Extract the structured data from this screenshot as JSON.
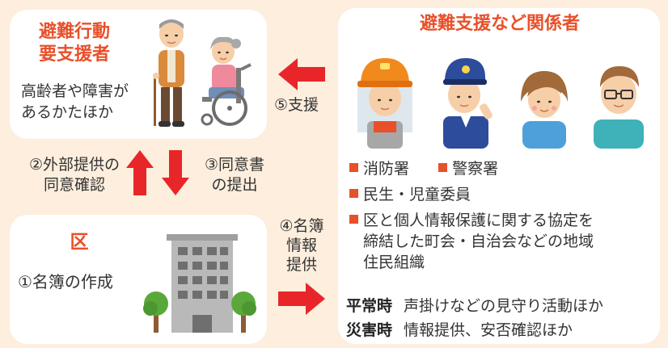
{
  "left_top": {
    "title_line1": "避難行動",
    "title_line2": "要支援者",
    "desc_line1": "高齢者や障害が",
    "desc_line2": "あるかたほか"
  },
  "left_bottom": {
    "title": "区",
    "step": "①名簿の作成"
  },
  "right": {
    "title": "避難支援など関係者",
    "items": [
      {
        "text": "消防署"
      },
      {
        "text": "警察署"
      },
      {
        "text": "民生・児童委員"
      },
      {
        "text": "区と個人情報保護に関する協定を"
      },
      {
        "text": "締結した町会・自治会などの地域"
      },
      {
        "text": "住民組織"
      }
    ],
    "times": [
      {
        "label": "平常時",
        "text": "声掛けなどの見守り活動ほか"
      },
      {
        "label": "災害時",
        "text": "情報提供、安否確認ほか"
      }
    ]
  },
  "flows": {
    "support": "⑤支援",
    "consent_ext_line1": "②外部提供の",
    "consent_ext_line2": "同意確認",
    "consent_doc_line1": "③同意書",
    "consent_doc_line2": "の提出",
    "roster_line1": "④名簿",
    "roster_line2": "情報",
    "roster_line3": "提供"
  },
  "colors": {
    "background": "#fdeedd",
    "panel": "#ffffff",
    "accent": "#e8502a",
    "arrow": "#e8262a"
  }
}
